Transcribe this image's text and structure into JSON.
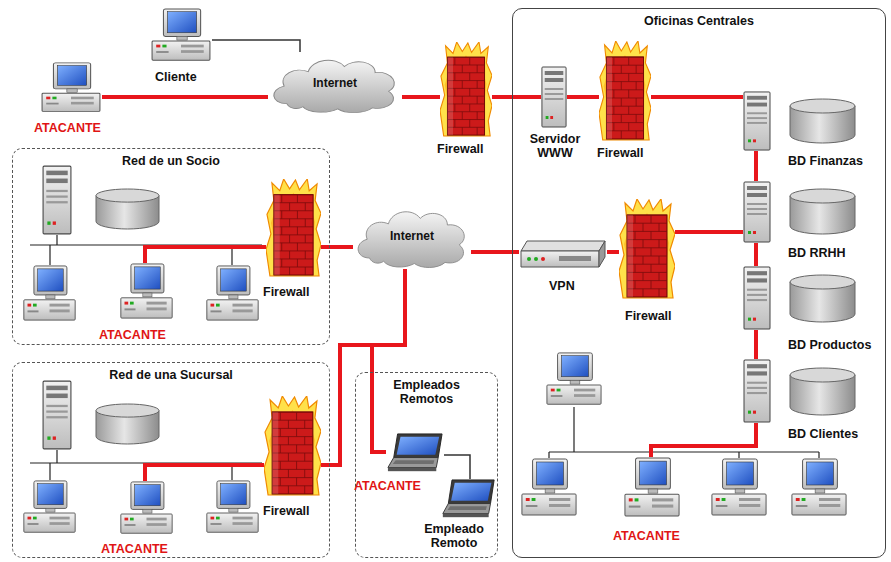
{
  "diagram": {
    "nodes": [
      {
        "text": [
          "Oficinas Centrales"
        ]
      },
      {
        "text": [
          "Red de un Socio"
        ]
      },
      {
        "text": [
          "Red de una Sucursal"
        ]
      },
      {
        "text": [
          "Empleados Remotos"
        ]
      },
      {
        "text": [
          "Internet"
        ]
      },
      {
        "text": [
          "Internet"
        ]
      },
      {
        "text": [
          "Cliente"
        ]
      },
      {
        "text": [
          "ATACANTE"
        ]
      },
      {
        "text": [
          "Firewall"
        ]
      },
      {
        "text": [
          "Servidor WWW"
        ],
        "in": 0
      },
      {
        "text": [
          "Firewall"
        ],
        "in": 0
      },
      {
        "text": [
          "BD Finanzas"
        ],
        "in": 0
      },
      {
        "text": [
          "BD RRHH"
        ],
        "in": 0
      },
      {
        "text": [
          "BD Productos"
        ],
        "in": 0
      },
      {
        "text": [
          "BD Clientes"
        ],
        "in": 0
      },
      {
        "text": [
          "VPN"
        ],
        "in": 0
      },
      {
        "text": [
          "Firewall"
        ],
        "in": 0
      },
      {
        "text": [
          "ATACANTE"
        ],
        "in": 0
      },
      {
        "text": [
          "Firewall"
        ],
        "in": 1
      },
      {
        "text": [
          "ATACANTE"
        ],
        "in": 1
      },
      {
        "text": [
          "Firewall"
        ],
        "in": 2
      },
      {
        "text": [
          "ATACANTE"
        ],
        "in": 2
      },
      {
        "text": [
          "ATACANTE"
        ],
        "in": 3
      },
      {
        "text": [
          "Empleado Remoto"
        ],
        "in": 3
      }
    ],
    "edges": [
      {
        "from": 7,
        "to": 4,
        "arrow": "none"
      },
      {
        "from": 6,
        "to": 4,
        "arrow": "none"
      },
      {
        "from": 4,
        "to": 8,
        "arrow": "none"
      },
      {
        "from": 8,
        "to": 9,
        "arrow": "none"
      },
      {
        "from": 9,
        "to": 10,
        "arrow": "none"
      },
      {
        "from": 10,
        "to": 11,
        "arrow": "none"
      },
      {
        "from": 11,
        "to": 12,
        "arrow": "none"
      },
      {
        "from": 12,
        "to": 13,
        "arrow": "none"
      },
      {
        "from": 13,
        "to": 14,
        "arrow": "none"
      },
      {
        "from": 19,
        "to": 18,
        "arrow": "none"
      },
      {
        "from": 18,
        "to": 5,
        "arrow": "none"
      },
      {
        "from": 5,
        "to": 15,
        "arrow": "none"
      },
      {
        "from": 15,
        "to": 16,
        "arrow": "none"
      },
      {
        "from": 16,
        "to": 12,
        "arrow": "none"
      },
      {
        "from": 21,
        "to": 20,
        "arrow": "none"
      },
      {
        "from": 20,
        "to": 5,
        "arrow": "none"
      },
      {
        "from": 22,
        "to": 5,
        "arrow": "none"
      },
      {
        "from": 22,
        "to": 23,
        "arrow": "none"
      },
      {
        "from": 17,
        "to": 14,
        "arrow": "none"
      }
    ]
  }
}
